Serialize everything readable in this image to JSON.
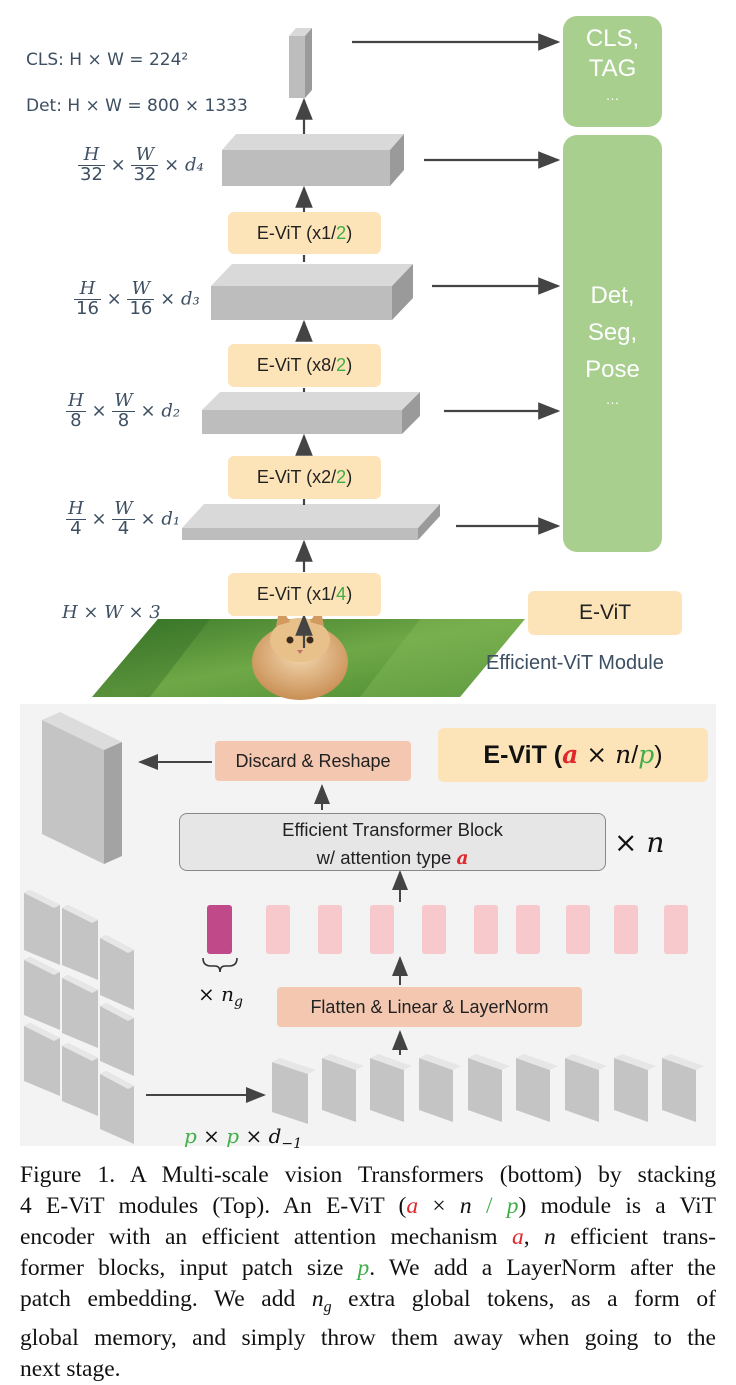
{
  "top": {
    "cls_label": "CLS: H × W = 224²",
    "det_label": "Det: H × W = 800 × 1333",
    "input_label": "H × W × 3",
    "dims": [
      {
        "num1": "H",
        "den1": "32",
        "num2": "W",
        "den2": "32",
        "d": "d₄"
      },
      {
        "num1": "H",
        "den1": "16",
        "num2": "W",
        "den2": "16",
        "d": "d₃"
      },
      {
        "num1": "H",
        "den1": "8",
        "num2": "W",
        "den2": "8",
        "d": "d₂"
      },
      {
        "num1": "H",
        "den1": "4",
        "num2": "W",
        "den2": "4",
        "d": "d₁"
      }
    ],
    "evit_stages": [
      {
        "prefix": "E-ViT (x1/",
        "suffix": "2",
        "close": ")"
      },
      {
        "prefix": "E-ViT (x8/",
        "suffix": "2",
        "close": ")"
      },
      {
        "prefix": "E-ViT (x2/",
        "suffix": "2",
        "close": ")"
      },
      {
        "prefix": "E-ViT (x1/",
        "suffix": "4",
        "close": ")"
      }
    ],
    "task_cls": [
      "CLS,",
      "TAG",
      "…"
    ],
    "task_det": [
      "Det,",
      "Seg,",
      "Pose",
      "…"
    ],
    "legend_box": "E-ViT",
    "legend_caption": "Efficient-ViT Module"
  },
  "bottom": {
    "title_prefix": "E-ViT (",
    "title_a": "a",
    "title_x": " × ",
    "title_n": "n",
    "title_slash": "/",
    "title_p": "p",
    "title_close": ")",
    "discard": "Discard & Reshape",
    "block_line1": "Efficient Transformer Block",
    "block_line2": "w/ attention type ",
    "block_a": "a",
    "times_n": "× n",
    "ng_label": "× n",
    "ng_sub": "g",
    "flatten": "Flatten & Linear & LayerNorm",
    "patch_label_p1": "p",
    "patch_label_x1": " × ",
    "patch_label_p2": "p",
    "patch_label_x2": " × d",
    "patch_label_sub": "−1"
  },
  "caption": {
    "l1": "Figure 1. A Multi-scale vision Transformers (bottom) by stacking",
    "l2a": "4 E-ViT modules (Top). An E-ViT (",
    "l2_a": "a",
    "l2_x": " × ",
    "l2_n": "n",
    "l2_s": " / ",
    "l2_p": "p",
    "l2b": ") module is a ViT",
    "l3a": "encoder with an efficient attention mechanism ",
    "l3_a": "a",
    "l3b": ", ",
    "l3_n": "n",
    "l3c": " efficient trans-",
    "l4a": "former blocks, input patch size ",
    "l4_p": "p",
    "l4b": ". We add a LayerNorm after the",
    "l5": "patch embedding. We add ",
    "l5_n": "n",
    "l5_g": "g",
    "l5b": " extra global tokens, as a form of",
    "l6": "global memory, and simply throw them away when going to the",
    "l7": "next stage."
  },
  "colors": {
    "evit_fill": "#fde4b8",
    "task_fill": "#a8cf8e",
    "salmon": "#f4c7b0",
    "pink_token": "#f7c9cd",
    "global_token": "#c0498a",
    "red": "#e0282d",
    "green": "#3fae49"
  }
}
